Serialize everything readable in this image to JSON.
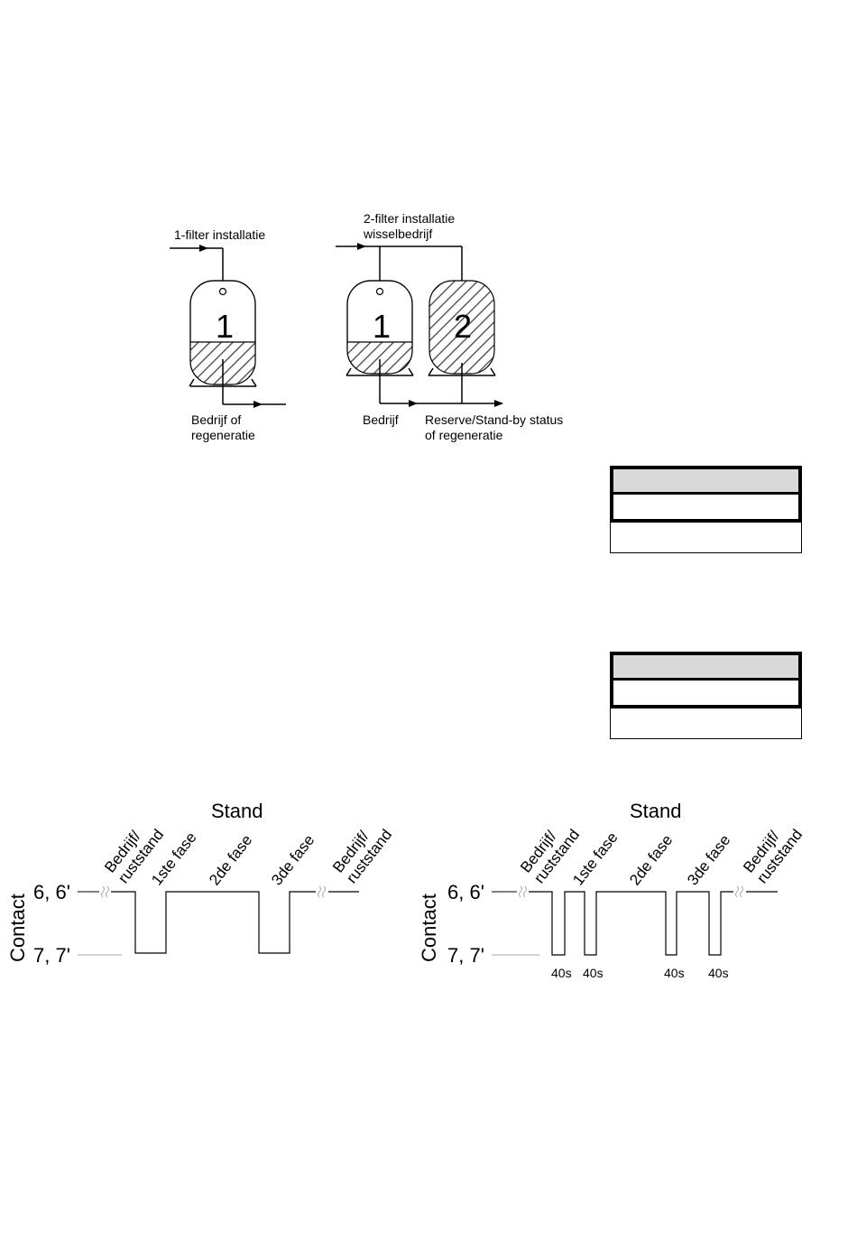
{
  "filter_diagram": {
    "single": {
      "title": "1-filter installatie",
      "tank_number": "1",
      "outlet_label_line1": "Bedrijf of",
      "outlet_label_line2": "regeneratie"
    },
    "double": {
      "title_line1": "2-filter installatie",
      "title_line2": "wisselbedrijf",
      "tank1_number": "1",
      "tank2_number": "2",
      "outlet1_label": "Bedrijf",
      "outlet2_label_line1": "Reserve/Stand-by status",
      "outlet2_label_line2": "of regeneratie"
    }
  },
  "timing_left": {
    "header": "Stand",
    "axis_label": "Contact",
    "high_label": "6, 6'",
    "low_label": "7, 7'",
    "phase1_line1": "Bedrijf/",
    "phase1_line2": "ruststand",
    "phase2": "1ste fase",
    "phase3": "2de fase",
    "phase4": "3de fase",
    "phase5_line1": "Bedrijf/",
    "phase5_line2": "ruststand"
  },
  "timing_right": {
    "header": "Stand",
    "axis_label": "Contact",
    "high_label": "6, 6'",
    "low_label": "7, 7'",
    "phase1_line1": "Bedrijf/",
    "phase1_line2": "ruststand",
    "phase2": "1ste fase",
    "phase3": "2de fase",
    "phase4": "3de fase",
    "phase5_line1": "Bedrijf/",
    "phase5_line2": "ruststand",
    "pulse_labels": [
      "40s",
      "40s",
      "40s",
      "40s"
    ]
  }
}
